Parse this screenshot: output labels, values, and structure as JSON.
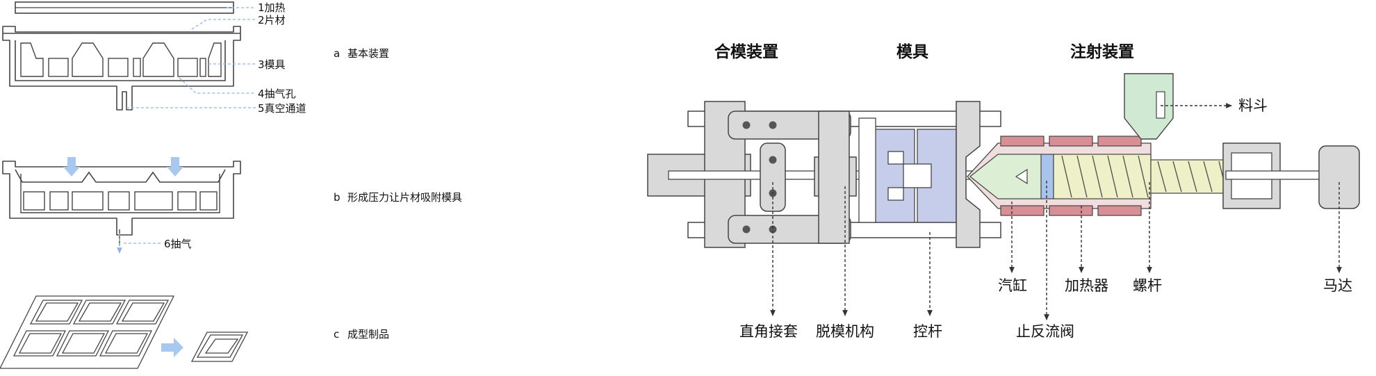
{
  "thermoforming": {
    "callouts": {
      "heating": "1加热",
      "sheet": "2片材",
      "mold": "3模具",
      "vent": "4抽气孔",
      "vacuum": "5真空通道",
      "exhaust": "6抽气"
    },
    "steps": {
      "a": {
        "letter": "a",
        "text": "基本装置"
      },
      "b": {
        "letter": "b",
        "text": "形成压力让片材吸附模具"
      },
      "c": {
        "letter": "c",
        "text": "成型制品"
      }
    }
  },
  "injection": {
    "headings": {
      "clamping": "合模装置",
      "mold": "模具",
      "injection": "注射装置"
    },
    "labels": {
      "hopper": "料斗",
      "cylinder": "汽缸",
      "heater": "加热器",
      "screw": "螺杆",
      "motor": "马达",
      "toggle": "直角接套",
      "ejector": "脱模机构",
      "tie_bar": "控杆",
      "check_valve": "止反流阀"
    }
  },
  "colors": {
    "line": "#444444",
    "gray_fill": "#d9d9d9",
    "blue_arrow": "#a9c8f0",
    "blue_dash": "#8fb4e6",
    "mold_blue": "#c5cdeb",
    "hopper_green": "#cfe9d2",
    "nozzle_green": "#dcefd4",
    "heater_red": "#d98d94",
    "barrel_pink": "#f0dede",
    "screw_yellow": "#eef0c8",
    "valve_blue": "#a8c4ec"
  }
}
